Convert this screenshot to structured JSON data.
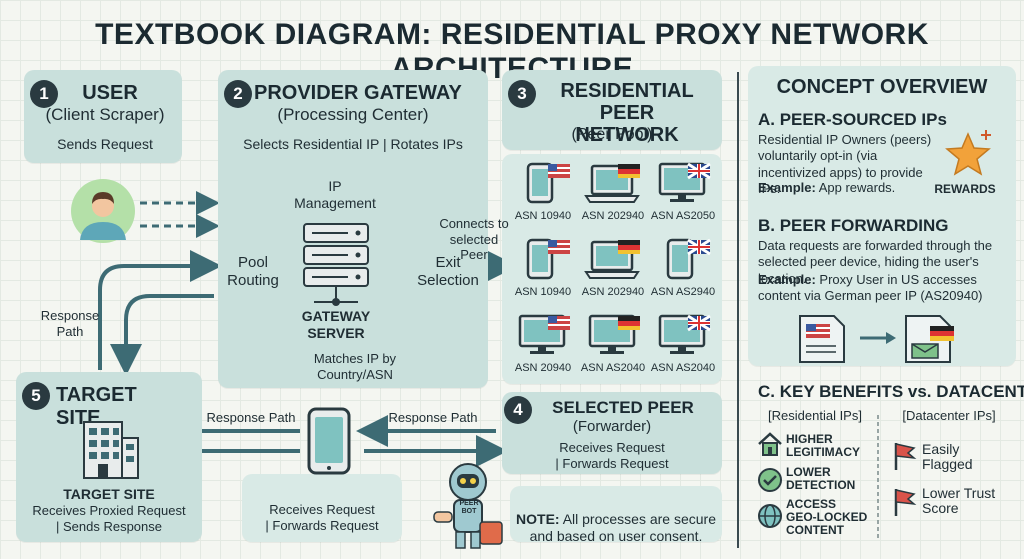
{
  "title": "TEXTBOOK DIAGRAM: RESIDENTIAL PROXY NETWORK ARCHITECTURE",
  "user": {
    "num": "1",
    "title": "USER",
    "subtitle": "(Client Scraper)",
    "desc": "Sends Request"
  },
  "gateway": {
    "num": "2",
    "title": "PROVIDER GATEWAY",
    "subtitle": "(Processing Center)",
    "desc": "Selects Residential IP | Rotates IPs",
    "ip_management": "IP\nManagement",
    "pool_routing": "Pool\nRouting",
    "exit_selection": "Exit\nSelection",
    "server_label": "GATEWAY\nSERVER",
    "matches": "Matches IP by\nCountry/ASN"
  },
  "peer_network": {
    "num": "3",
    "title": "RESIDENTIAL PEER\nNETWORK",
    "subtitle": "(Peer Pool)",
    "devices": [
      {
        "type": "phone",
        "flag": "us",
        "asn": "ASN 10940"
      },
      {
        "type": "laptop",
        "flag": "de",
        "asn": "ASN 202940"
      },
      {
        "type": "monitor",
        "flag": "uk",
        "asn": "ASN AS2050"
      },
      {
        "type": "phone",
        "flag": "us",
        "asn": "ASN 10940"
      },
      {
        "type": "laptop",
        "flag": "de",
        "asn": "ASN 202940"
      },
      {
        "type": "phone",
        "flag": "uk",
        "asn": "ASN AS2940"
      },
      {
        "type": "monitor",
        "flag": "us",
        "asn": "ASN 20940"
      },
      {
        "type": "monitor",
        "flag": "de",
        "asn": "ASN AS2040"
      },
      {
        "type": "monitor",
        "flag": "uk",
        "asn": "ASN AS2040"
      }
    ]
  },
  "connects_label": "Connects to\nselected\nPeer",
  "response_path_label": "Response\nPath",
  "target": {
    "num": "5",
    "title": "TARGET SITE",
    "building_label": "TARGET SITE",
    "desc": "Receives Proxied Request\n| Sends Response"
  },
  "middle": {
    "desc": "Receives Request\n| Forwards Request",
    "resp_left": "Response Path",
    "resp_right": "Response Path"
  },
  "selected_peer": {
    "num": "4",
    "title": "SELECTED PEER",
    "subtitle": "(Forwarder)",
    "desc": "Receives Request\n| Forwards Request"
  },
  "robot_label": "PEER\nBOT",
  "note": {
    "label": "NOTE:",
    "text": " All processes are secure\nand based on user consent."
  },
  "overview": {
    "title": "CONCEPT OVERVIEW",
    "a_title": "A. PEER-SOURCED IPs",
    "a_text": "Residential IP Owners (peers) voluntarily opt-in (via incentivized apps) to provide IPs.",
    "a_ex_label": "Example:",
    "a_ex_text": " App rewards.",
    "rewards": "REWARDS",
    "b_title": "B. PEER FORWARDING",
    "b_text": "Data requests are forwarded through the selected peer device, hiding the user's location.",
    "b_ex_label": "Example:",
    "b_ex_text": " Proxy User in US accesses content via German peer IP (AS20940)",
    "c_title": "C. KEY BENEFITS vs. DATACENTER",
    "res_head": "[Residential IPs]",
    "dc_head": "[Datacenter IPs]",
    "res_items": [
      "HIGHER\nLEGITIMACY",
      "LOWER\nDETECTION",
      "ACCESS\nGEO-LOCKED\nCONTENT"
    ],
    "dc_items": [
      "Easily\nFlagged",
      "Lower Trust\nScore"
    ]
  },
  "colors": {
    "panel": "#c9e0dc",
    "panel_light": "#d9eae6",
    "dark": "#2a3a40",
    "arrow": "#3d6b74"
  }
}
